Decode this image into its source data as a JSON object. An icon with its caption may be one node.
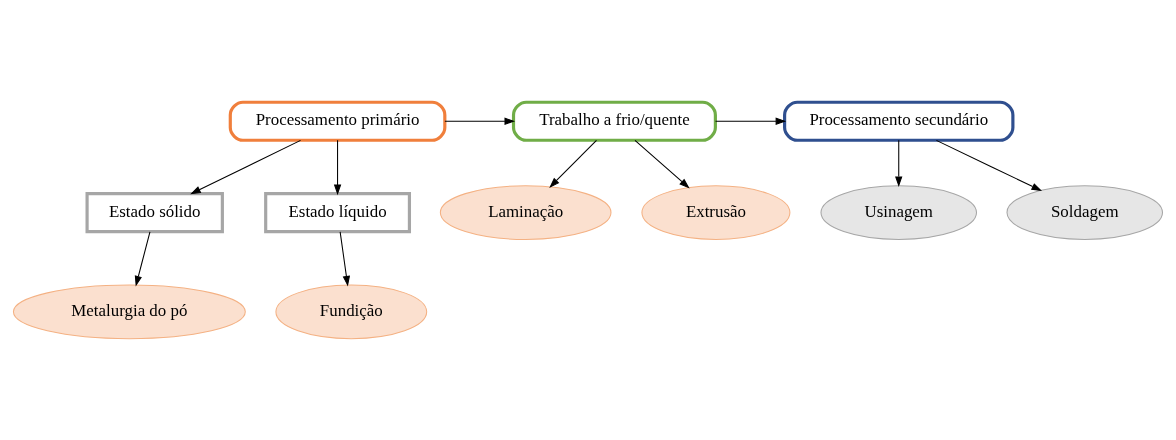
{
  "diagram": {
    "nodes": [
      {
        "text": [
          "Processamento primário"
        ]
      },
      {
        "text": [
          "Trabalho a frio/quente"
        ]
      },
      {
        "text": [
          "Processamento secundário"
        ]
      },
      {
        "text": [
          "Estado sólido"
        ]
      },
      {
        "text": [
          "Estado líquido"
        ]
      },
      {
        "text": [
          "Metalurgia do pó"
        ]
      },
      {
        "text": [
          "Fundição"
        ]
      },
      {
        "text": [
          "Laminação"
        ]
      },
      {
        "text": [
          "Extrusão"
        ]
      },
      {
        "text": [
          "Usinagem"
        ]
      },
      {
        "text": [
          "Soldagem"
        ]
      }
    ],
    "edges": [
      {
        "from": 0,
        "to": 1,
        "arrow": "to"
      },
      {
        "from": 1,
        "to": 2,
        "arrow": "to"
      },
      {
        "from": 0,
        "to": 3,
        "arrow": "to"
      },
      {
        "from": 0,
        "to": 4,
        "arrow": "to"
      },
      {
        "from": 3,
        "to": 5,
        "arrow": "to"
      },
      {
        "from": 4,
        "to": 6,
        "arrow": "to"
      },
      {
        "from": 1,
        "to": 7,
        "arrow": "to"
      },
      {
        "from": 1,
        "to": 8,
        "arrow": "to"
      },
      {
        "from": 2,
        "to": 9,
        "arrow": "to"
      },
      {
        "from": 2,
        "to": 10,
        "arrow": "to"
      }
    ]
  }
}
